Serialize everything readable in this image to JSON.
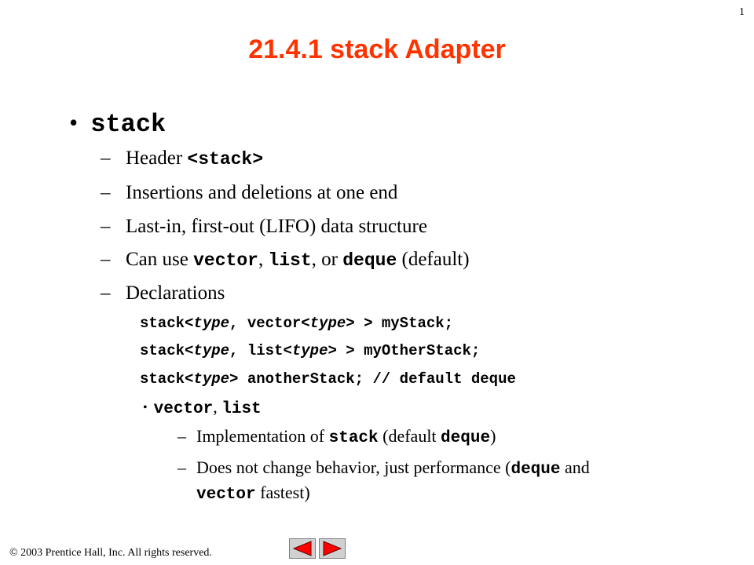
{
  "slide_number": "1",
  "title": "21.4.1 stack Adapter",
  "bullet": {
    "marker": "•",
    "text": "stack"
  },
  "items": {
    "header": {
      "text": "Header ",
      "code": "<stack>"
    },
    "insertions": "Insertions and deletions at one end",
    "lifo": "Last-in, first-out (LIFO) data structure",
    "can_use": {
      "prefix": "Can use ",
      "code1": "vector",
      "sep1": ", ",
      "code2": "list",
      "sep2": ", or ",
      "code3": "deque",
      "suffix": " (default)"
    },
    "declarations": "Declarations"
  },
  "code_lines": {
    "line1": {
      "a": "stack<",
      "t1": "type",
      "b": ", vector<",
      "t2": "type",
      "c": "> > myStack;"
    },
    "line2": {
      "a": "stack<",
      "t1": "type",
      "b": ", list<",
      "t2": "type",
      "c": "> > myOtherStack;"
    },
    "line3": {
      "a": "stack<",
      "t1": "type",
      "c": "> anotherStack; // default deque"
    }
  },
  "sub_bullet": {
    "marker": "•",
    "code1": "vector",
    "sep": ", ",
    "code2": "list"
  },
  "sub_items": {
    "impl": {
      "text": "Implementation of ",
      "code1": "stack",
      "mid": " (default ",
      "code2": "deque",
      "end": ")"
    },
    "behavior": {
      "text": "Does not change behavior, just performance (",
      "code1": "deque",
      "mid": " and",
      "code2": "vector",
      "end": " fastest)"
    }
  },
  "footer": {
    "copyright": "© 2003 Prentice Hall, Inc.  All rights reserved."
  },
  "nav": {
    "prev_icon": "triangle-left-icon",
    "next_icon": "triangle-right-icon",
    "arrow_color": "#ff0000"
  }
}
